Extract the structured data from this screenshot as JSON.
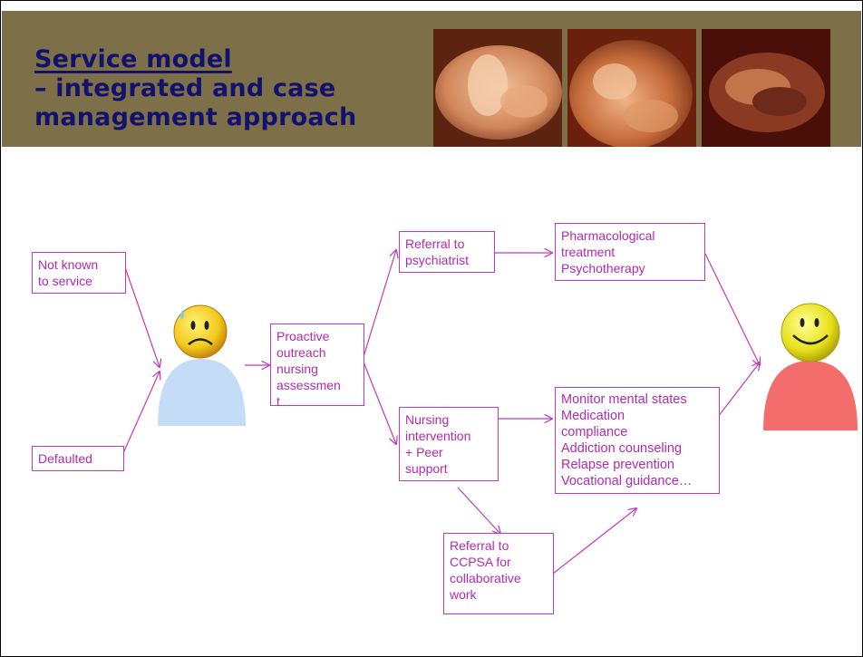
{
  "header": {
    "title_line1": "Service model",
    "title_line2": "– integrated and case",
    "title_line3": "management approach",
    "bg_color": "#7d7048",
    "title_color": "#12126e"
  },
  "diagram": {
    "accent_color": "#c13bb8",
    "text_color": "#b12ab0",
    "boxes": {
      "not_known": [
        "Not known",
        "to service"
      ],
      "defaulted": [
        "Defaulted"
      ],
      "outreach": [
        "Proactive",
        "outreach",
        "nursing",
        "assessmen",
        "t"
      ],
      "referral_psych": [
        "Referral to",
        "psychiatrist"
      ],
      "pharm": [
        "Pharmacological",
        "treatment",
        "Psychotherapy"
      ],
      "nursing": [
        "Nursing",
        "intervention",
        "+ Peer",
        "support"
      ],
      "monitor": [
        "Monitor mental states",
        "Medication",
        "compliance",
        "Addiction counseling",
        "Relapse prevention",
        "Vocational guidance…"
      ],
      "ccpsa": [
        "Referral to",
        "CCPSA for",
        "collaborative",
        "work"
      ]
    },
    "icons": {
      "sad_person": "sad-face-person-icon",
      "happy_person": "happy-face-person-icon"
    }
  }
}
